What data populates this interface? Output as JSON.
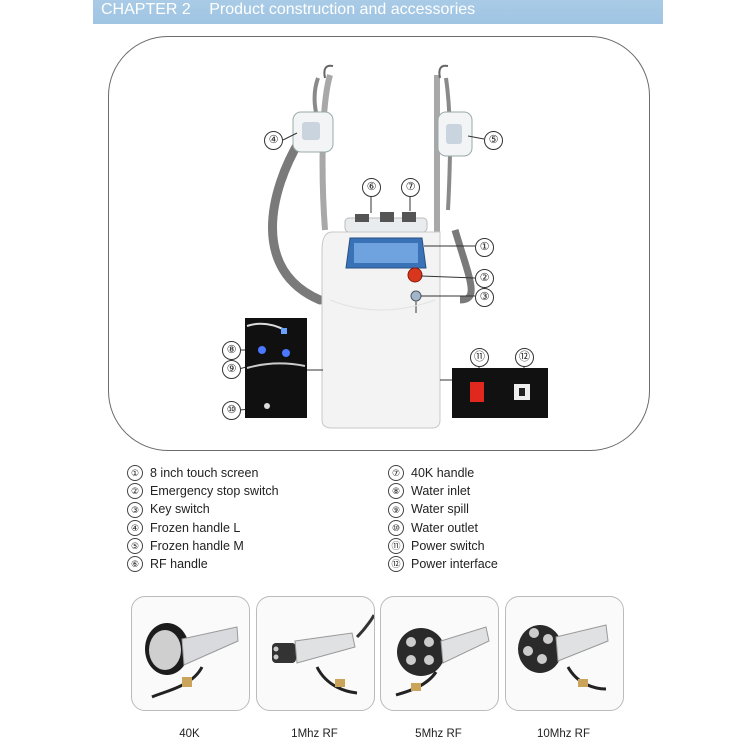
{
  "header": {
    "chapter_num": "CHAPTER 2",
    "title": "Product construction and accessories"
  },
  "callouts": [
    "④",
    "⑤",
    "⑥",
    "⑦",
    "①",
    "②",
    "③",
    "⑧",
    "⑨",
    "⑩",
    "⑪",
    "⑫"
  ],
  "legend": [
    {
      "num": "①",
      "label": "8 inch touch screen"
    },
    {
      "num": "②",
      "label": "Emergency stop switch"
    },
    {
      "num": "③",
      "label": "Key switch"
    },
    {
      "num": "④",
      "label": "Frozen handle L"
    },
    {
      "num": "⑤",
      "label": "Frozen handle M"
    },
    {
      "num": "⑥",
      "label": "RF handle"
    },
    {
      "num": "⑦",
      "label": "40K handle"
    },
    {
      "num": "⑧",
      "label": "Water inlet"
    },
    {
      "num": "⑨",
      "label": "Water spill"
    },
    {
      "num": "⑩",
      "label": "Water outlet"
    },
    {
      "num": "⑪",
      "label": "Power switch"
    },
    {
      "num": "⑫",
      "label": "Power interface"
    }
  ],
  "accessories": [
    "40K",
    "1Mhz RF",
    "5Mhz RF",
    "10Mhz RF"
  ],
  "colors": {
    "header_bar": "#a9cbe6",
    "emergency_red": "#d9371d",
    "power_switch_red": "#e0281e"
  }
}
